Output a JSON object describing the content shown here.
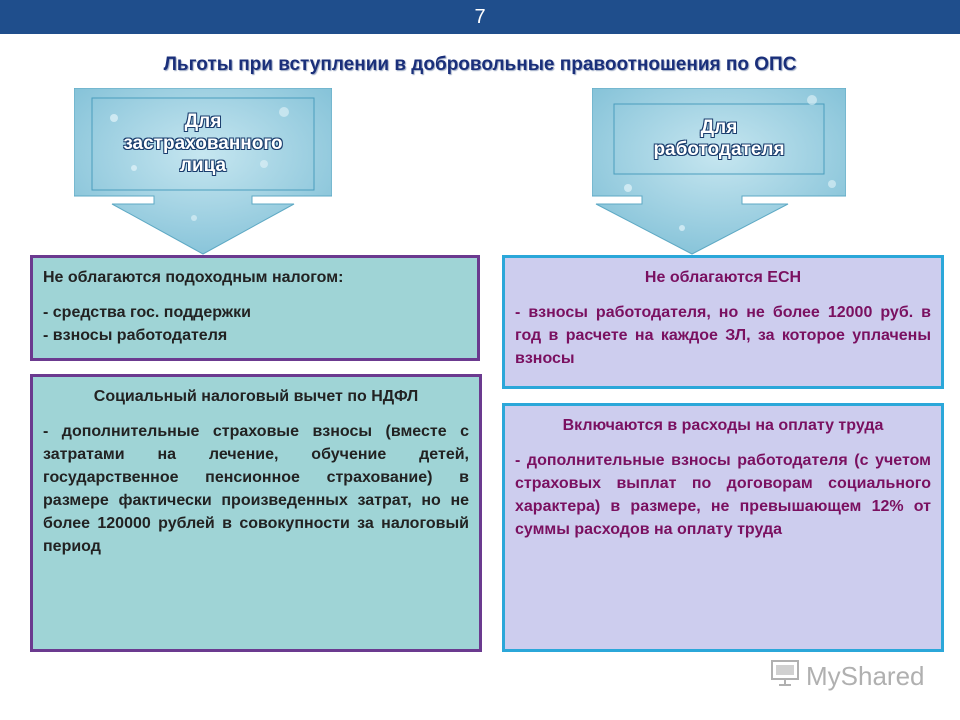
{
  "slide_number": "7",
  "title": "Льготы при вступлении в добровольные правоотношения по ОПС",
  "left_arrow": {
    "label_lines": [
      "Для",
      "застрахованного",
      "лица"
    ]
  },
  "right_arrow": {
    "label_lines": [
      "Для",
      "работодателя"
    ]
  },
  "box1": {
    "heading": "Не облагаются подоходным налогом:",
    "lines": [
      "- средства гос. поддержки",
      "- взносы работодателя"
    ]
  },
  "box2": {
    "heading": "Не облагаются ЕСН",
    "text": "- взносы работодателя, но не более 12000 руб. в год в расчете на каждое ЗЛ, за которое уплачены взносы"
  },
  "box3": {
    "heading": "Социальный налоговый вычет по НДФЛ",
    "text": "- дополнительные страховые взносы (вместе с затратами на лечение, обучение детей, государственное пенсионное страхование) в размере фактически произведенных затрат, но не более 120000 рублей в совокупности за налоговый период"
  },
  "box4": {
    "heading": "Включаются в расходы на оплату труда",
    "text": "- дополнительные взносы работодателя (с учетом страховых выплат по договорам социального характера) в размере, не превышающем 12% от суммы расходов на оплату труда"
  },
  "logo": {
    "text": "MyShared",
    "icon": "presentation-icon"
  },
  "colors": {
    "topbar": "#1f4e8c",
    "title": "#1a2f7a",
    "arrow_fill": "#8cc8dc",
    "box_teal": "#9fd4d6",
    "box_lavender": "#cdcdee",
    "border_purple": "#6b3a8f",
    "border_blue": "#2ba7d9",
    "text_magenta": "#7a1060"
  }
}
